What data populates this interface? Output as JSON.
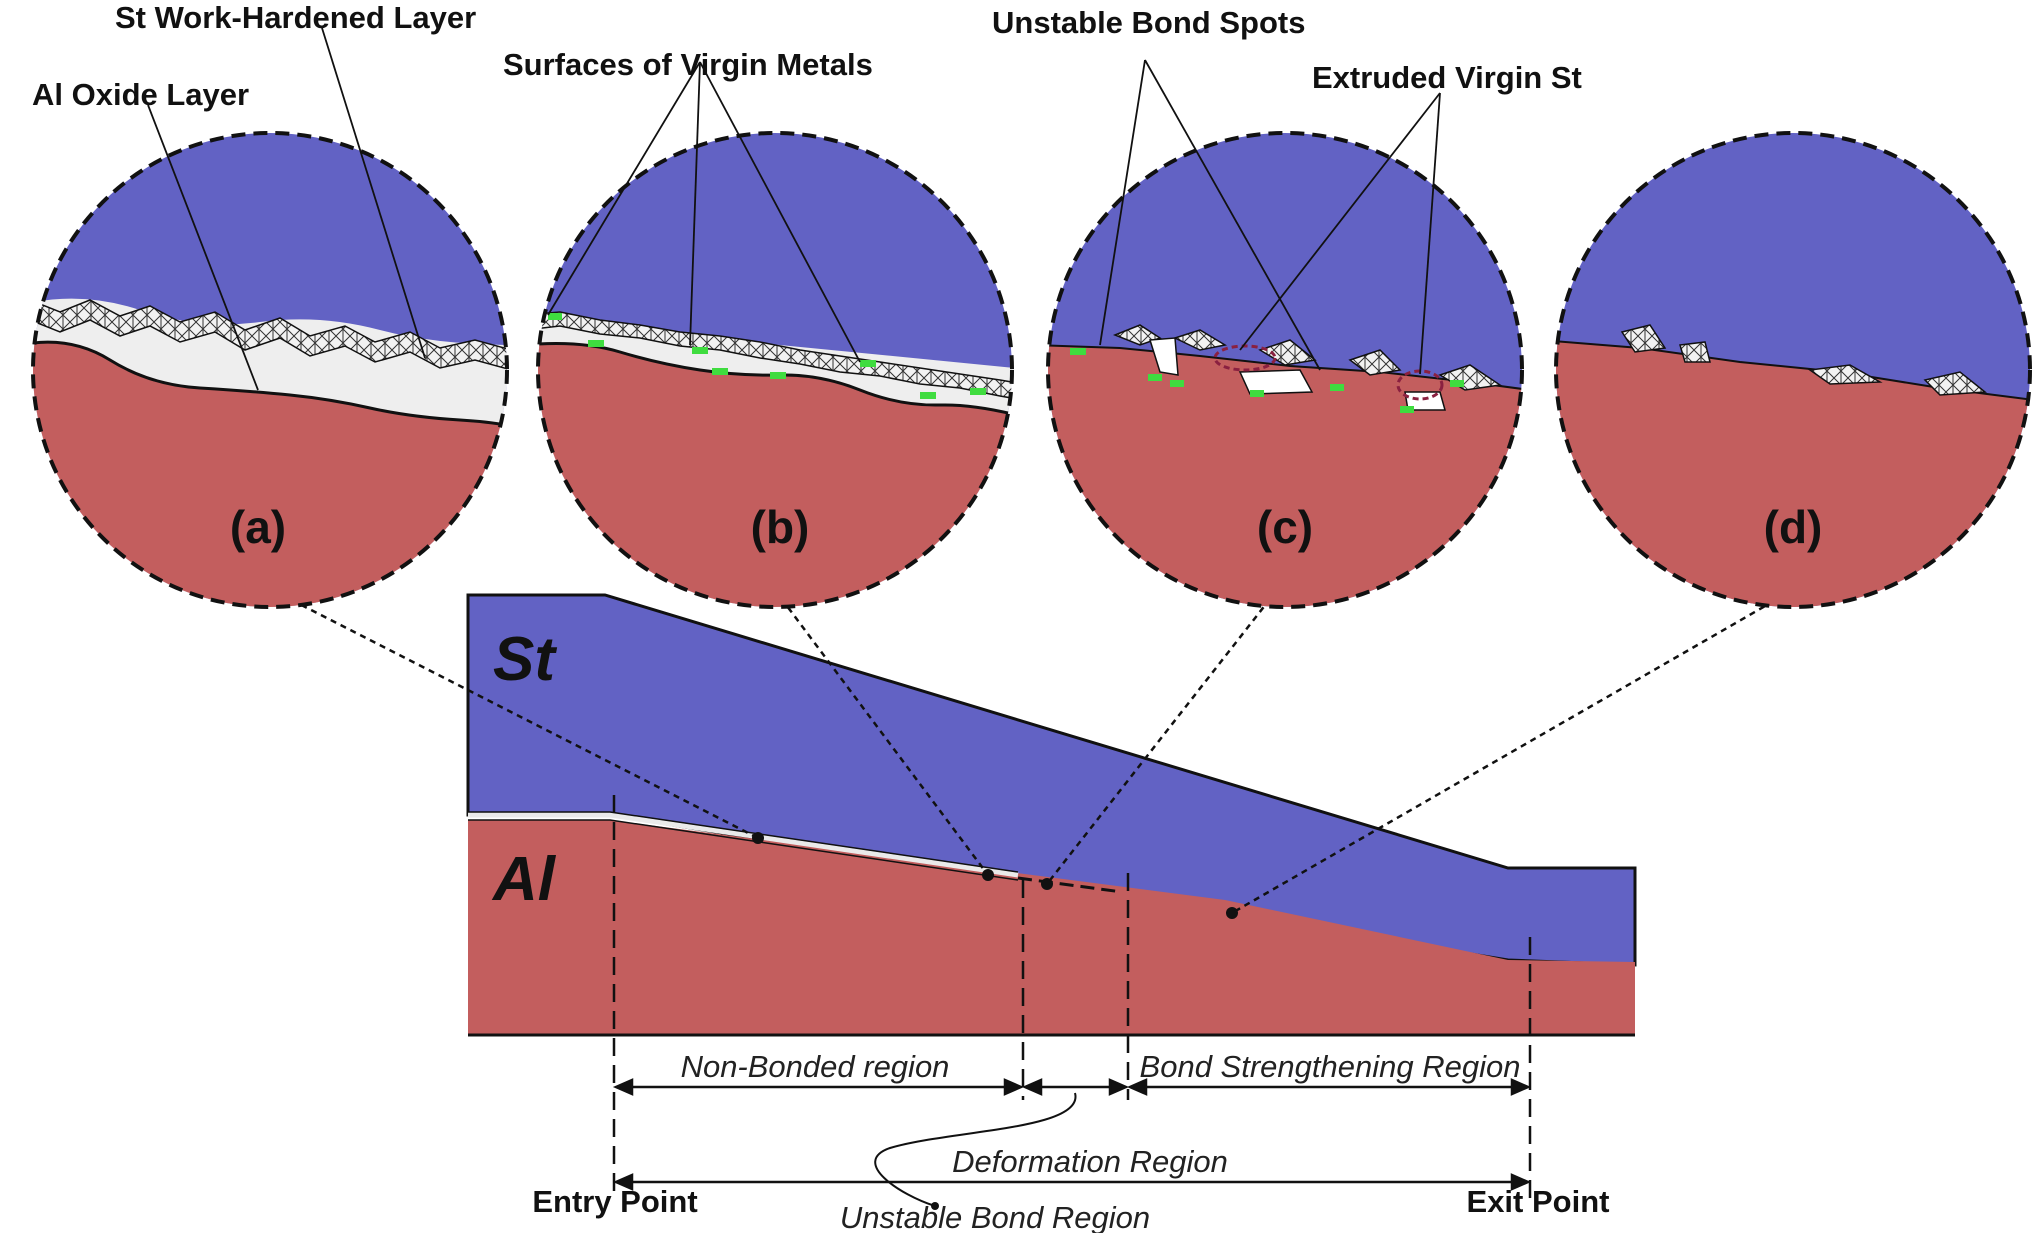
{
  "labels": {
    "st_work_hardened_layer": "St Work-Hardened Layer",
    "al_oxide_layer": "Al Oxide Layer",
    "surfaces_of_virgin_metals": "Surfaces of Virgin Metals",
    "unstable_bond_spots": "Unstable Bond Spots",
    "extruded_virgin_st": "Extruded Virgin St"
  },
  "panels": {
    "a": "(a)",
    "b": "(b)",
    "c": "(c)",
    "d": "(d)"
  },
  "materials": {
    "steel": "St",
    "aluminum": "Al"
  },
  "regions": {
    "non_bonded": "Non-Bonded region",
    "bond_strengthening": "Bond Strengthening Region",
    "deformation": "Deformation Region",
    "unstable_bond": "Unstable Bond Region",
    "entry_point": "Entry Point",
    "exit_point": "Exit Point"
  },
  "colors": {
    "steel": "#6262c4",
    "aluminum": "#c35e5e",
    "virgin_surface": "#3fdc3f",
    "unstable_spot": "#8a2040",
    "outline": "#111111"
  }
}
